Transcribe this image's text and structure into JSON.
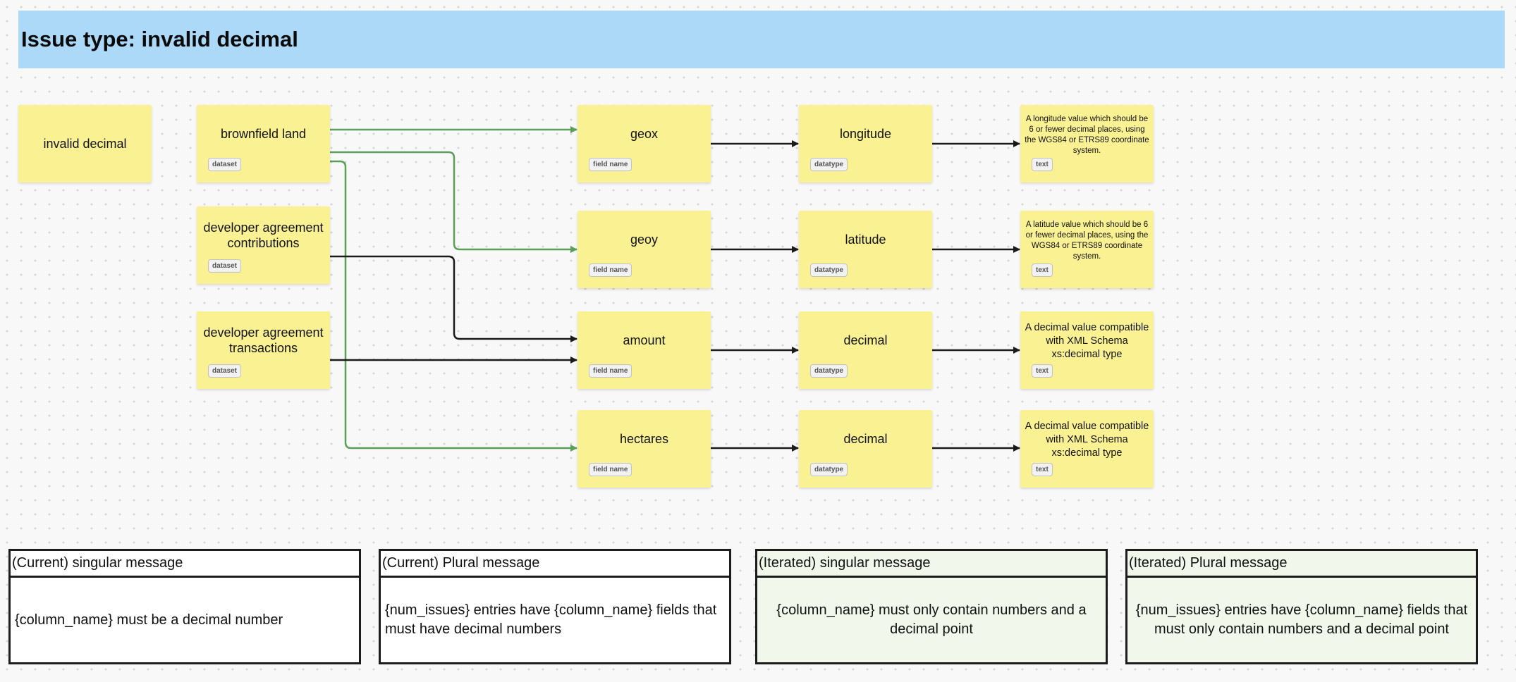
{
  "page": {
    "title": "Issue type: invalid decimal"
  },
  "nodes": {
    "issue": {
      "title": "invalid decimal"
    },
    "brownfield": {
      "title": "brownfield land",
      "tag": "dataset"
    },
    "contributions": {
      "title": "developer agreement contributions",
      "tag": "dataset"
    },
    "transactions": {
      "title": "developer agreement transactions",
      "tag": "dataset"
    },
    "geox": {
      "title": "geox",
      "tag": "field name"
    },
    "geoy": {
      "title": "geoy",
      "tag": "field name"
    },
    "amount": {
      "title": "amount",
      "tag": "field name"
    },
    "hectares": {
      "title": "hectares",
      "tag": "field name"
    },
    "longitude": {
      "title": "longitude",
      "tag": "datatype"
    },
    "latitude": {
      "title": "latitude",
      "tag": "datatype"
    },
    "decimal1": {
      "title": "decimal",
      "tag": "datatype"
    },
    "decimal2": {
      "title": "decimal",
      "tag": "datatype"
    },
    "desc_longitude": {
      "title": "A longitude value which should be 6 or fewer decimal places, using the WGS84 or ETRS89 coordinate system.",
      "tag": "text"
    },
    "desc_latitude": {
      "title": "A latitude value which should be 6 or fewer decimal places, using the WGS84 or ETRS89 coordinate system.",
      "tag": "text"
    },
    "desc_decimal1": {
      "title": "A decimal value compatible with XML Schema xs:decimal type",
      "tag": "text"
    },
    "desc_decimal2": {
      "title": "A decimal value compatible with XML Schema xs:decimal type",
      "tag": "text"
    }
  },
  "messages": [
    {
      "header": "(Current) singular message",
      "body": "{column_name} must be a decimal number"
    },
    {
      "header": "(Current) Plural message",
      "body": "{num_issues} entries have {column_name} fields that must have decimal numbers"
    },
    {
      "header": "(Iterated) singular message",
      "body": "{column_name} must only contain numbers and a decimal point"
    },
    {
      "header": "(Iterated) Plural message",
      "body": "{num_issues} entries have {column_name} fields that must only contain numbers and a decimal point"
    }
  ],
  "colors": {
    "banner": "#acd9f7",
    "sticky": "#faf193",
    "connector_green": "#5a9e57",
    "connector_black": "#1a1a1a",
    "iterated_box": "#f1f8eb"
  },
  "connectors": [
    {
      "from": "brownfield",
      "to": "geox",
      "color": "green"
    },
    {
      "from": "brownfield",
      "to": "geoy",
      "color": "green"
    },
    {
      "from": "brownfield",
      "to": "hectares",
      "color": "green"
    },
    {
      "from": "contributions",
      "to": "amount",
      "color": "black"
    },
    {
      "from": "transactions",
      "to": "amount",
      "color": "black"
    },
    {
      "from": "geox",
      "to": "longitude",
      "color": "black"
    },
    {
      "from": "geoy",
      "to": "latitude",
      "color": "black"
    },
    {
      "from": "amount",
      "to": "decimal1",
      "color": "black"
    },
    {
      "from": "hectares",
      "to": "decimal2",
      "color": "black"
    },
    {
      "from": "longitude",
      "to": "desc_longitude",
      "color": "black"
    },
    {
      "from": "latitude",
      "to": "desc_latitude",
      "color": "black"
    },
    {
      "from": "decimal1",
      "to": "desc_decimal1",
      "color": "black"
    },
    {
      "from": "decimal2",
      "to": "desc_decimal2",
      "color": "black"
    }
  ]
}
